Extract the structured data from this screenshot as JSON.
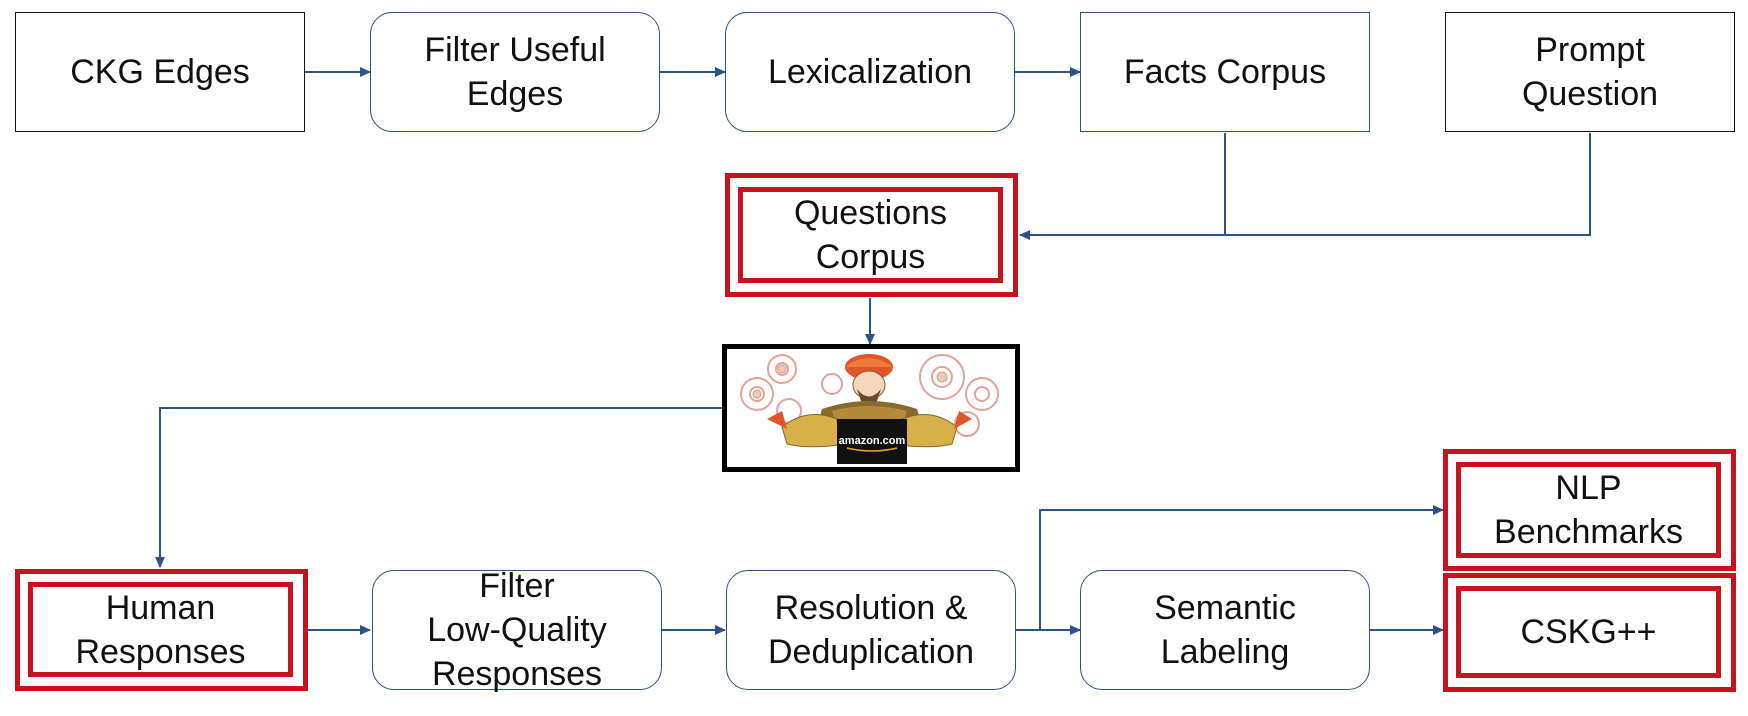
{
  "nodes": {
    "ckg_edges": "CKG Edges",
    "filter_useful_edges": "Filter Useful\nEdges",
    "lexicalization": "Lexicalization",
    "facts_corpus": "Facts Corpus",
    "prompt_question": "Prompt\nQuestion",
    "questions_corpus": "Questions\nCorpus",
    "human_responses": "Human\nResponses",
    "filter_low_quality": "Filter\nLow-Quality\nResponses",
    "resolution_dedup": "Resolution &\nDeduplication",
    "semantic_labeling": "Semantic\nLabeling",
    "nlp_benchmarks": "NLP\nBenchmarks",
    "cskg_plus_plus": "CSKG++"
  },
  "crowdsourcing_image": {
    "logo_text": "amazon.com",
    "icon": "mechanical-turk-illustration"
  },
  "colors": {
    "arrow": "#2e5287",
    "highlight": "#c8121d",
    "box_border": "#111111"
  }
}
